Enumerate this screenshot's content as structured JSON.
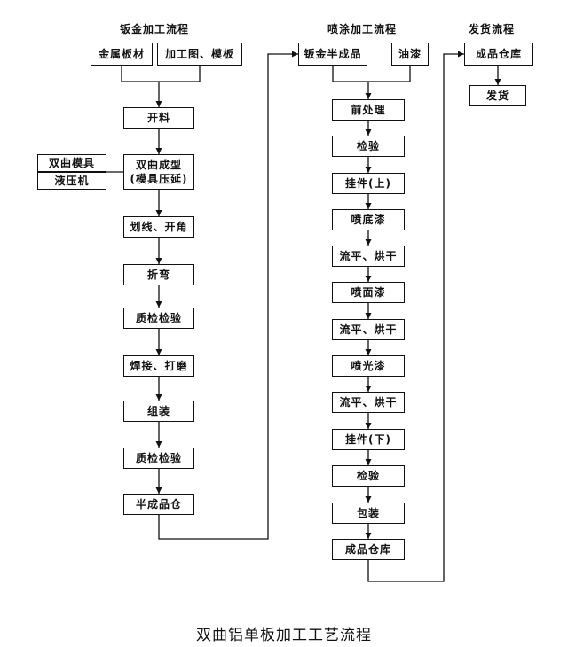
{
  "caption": "双曲铝单板加工工艺流程",
  "headers": {
    "sheet_metal": "钣金加工流程",
    "spray": "喷涂加工流程",
    "shipping": "发货流程"
  },
  "sheet_metal": {
    "inputs": [
      "金属板材",
      "加工图、模板"
    ],
    "steps": [
      "开料",
      "双曲成型\n(模具压延)",
      "划线、开角",
      "折弯",
      "质检检验",
      "焊接、打磨",
      "组装",
      "质检检验",
      "半成品仓"
    ],
    "side": [
      "双曲模具",
      "液压机"
    ]
  },
  "spray": {
    "inputs": [
      "钣金半成品",
      "油漆"
    ],
    "steps": [
      "前处理",
      "检验",
      "挂件(上)",
      "喷底漆",
      "流平、烘干",
      "喷面漆",
      "流平、烘干",
      "喷光漆",
      "流平、烘干",
      "挂件(下)",
      "检验",
      "包装",
      "成品仓库"
    ]
  },
  "shipping": {
    "steps": [
      "成品仓库",
      "发货"
    ]
  }
}
